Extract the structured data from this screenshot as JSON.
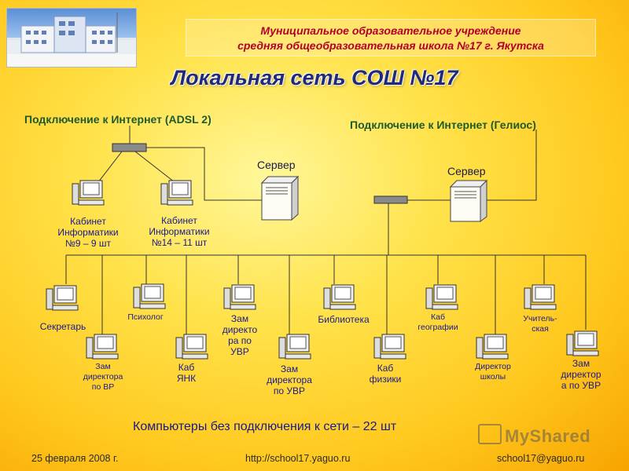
{
  "header": {
    "org_line1": "Муниципальное образовательное учреждение",
    "org_line2": "средняя общеобразовательная школа №17 г. Якутска",
    "title": "Локальная сеть СОШ №17"
  },
  "networks": {
    "adsl": "Подключение к Интернет (ADSL 2)",
    "gelios": "Подключение к Интернет (Гелиос)",
    "server_left": "Сервер",
    "server_right": "Сервер"
  },
  "nodes": {
    "kab9": [
      "Кабинет",
      "Информатики",
      "№9 – 9 шт"
    ],
    "kab14": [
      "Кабинет",
      "Информатики",
      "№14 – 11 шт"
    ],
    "sekretar": "Секретарь",
    "zamvr": [
      "Зам",
      "директора",
      "по ВР"
    ],
    "psiholog": "Психолог",
    "kabyank": [
      "Каб",
      "ЯНК"
    ],
    "zamdir_uvr1": [
      "Зам",
      "директо",
      "ра по",
      "УВР"
    ],
    "zamdir_uvr2": [
      "Зам",
      "директора",
      "по УВР"
    ],
    "biblioteka": "Библиотека",
    "kabfiz": [
      "Каб",
      "физики"
    ],
    "kabgeo": [
      "Каб",
      "географии"
    ],
    "direktor": [
      "Директор",
      "школы"
    ],
    "uchitelskaya": [
      "Учитель-",
      "ская"
    ],
    "zamdir_uvr3": [
      "Зам",
      "директор",
      "а по УВР"
    ]
  },
  "summary": "Компьютеры без подключения к сети – 22 шт",
  "footer": {
    "date": "25 февраля 2008 г.",
    "url": "http://school17.yaguo.ru",
    "email": "school17@yaguo.ru"
  },
  "watermark": "MyShared",
  "icons": {
    "computer": "computer-icon",
    "server": "server-icon",
    "hub": "network-hub-icon"
  }
}
